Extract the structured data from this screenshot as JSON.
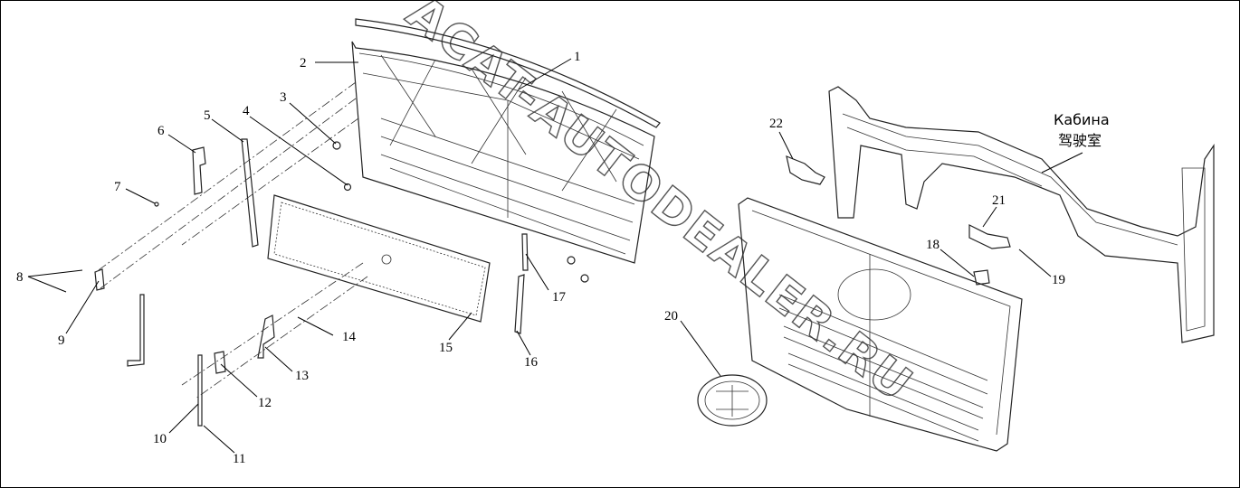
{
  "diagram": {
    "callouts": [
      "1",
      "2",
      "3",
      "4",
      "5",
      "6",
      "7",
      "8",
      "9",
      "10",
      "11",
      "12",
      "13",
      "14",
      "15",
      "16",
      "17",
      "18",
      "19",
      "20",
      "21",
      "22"
    ],
    "cabin_label_ru": "Кабина",
    "cabin_label_cn": "驾驶室",
    "watermark": "ACAT-AUTODEALER.RU"
  }
}
